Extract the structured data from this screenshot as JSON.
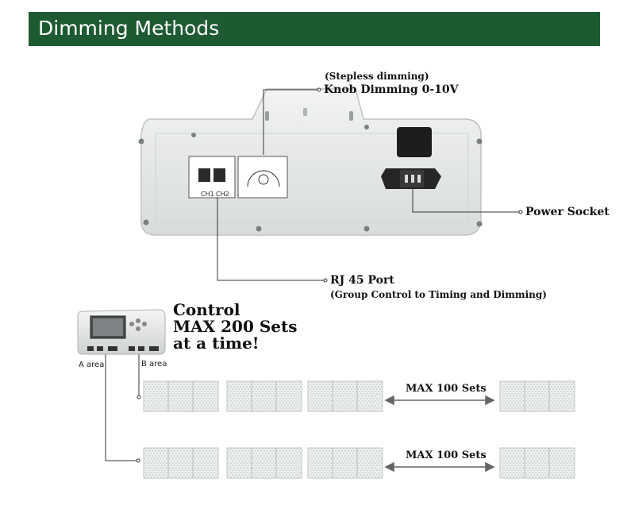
{
  "header": {
    "title": "Dimming Methods",
    "bg_color": "#1e5a31"
  },
  "labels": {
    "stepless": "(Stepless dimming)",
    "knob": "Knob Dimming 0-10V",
    "power_socket": "Power Socket",
    "rj45": "RJ 45 Port",
    "group_control": "(Group Control to Timing and Dimming)",
    "ch1": "CH1",
    "ch2": "CH2"
  },
  "controller": {
    "line1": "Control",
    "line2": "MAX 200 Sets",
    "line3": "at a time!",
    "a_area": "A area",
    "b_area": "B area"
  },
  "rows": [
    {
      "max_label": "MAX 100 Sets"
    },
    {
      "max_label": "MAX 100 Sets"
    }
  ],
  "icons": {
    "driver": "led-driver-box",
    "controller": "controller-unit",
    "light": "grow-light-panel",
    "arrow": "double-arrow"
  }
}
